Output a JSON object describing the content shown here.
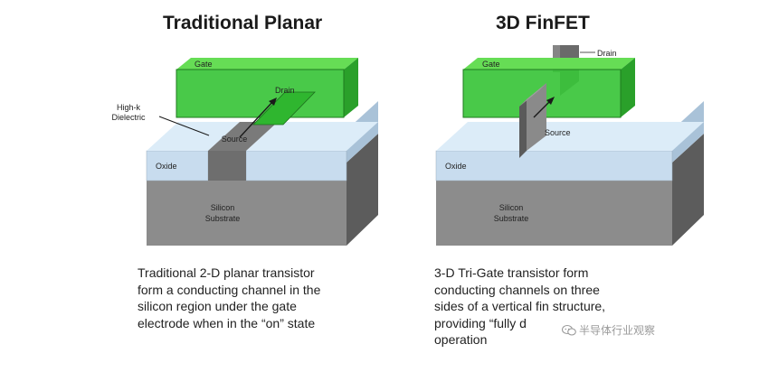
{
  "left": {
    "title": "Traditional Planar",
    "labels": {
      "gate": "Gate",
      "drain": "Drain",
      "source": "Source",
      "dielectric": [
        "High-k",
        "Dielectric"
      ],
      "oxide": "Oxide",
      "substrate": [
        "Silicon",
        "Substrate"
      ]
    },
    "caption": [
      "Traditional 2-D planar transistor",
      "form a conducting channel in the",
      "silicon region under the gate",
      "electrode when in the “on” state"
    ]
  },
  "right": {
    "title": "3D FinFET",
    "labels": {
      "gate": "Gate",
      "drain": "Drain",
      "source": "Source",
      "oxide": "Oxide",
      "substrate": [
        "Silicon",
        "Substrate"
      ]
    },
    "caption": [
      "3-D Tri-Gate transistor form",
      "conducting channels on three",
      "sides of a vertical fin structure,",
      "providing “fully d",
      "operation"
    ]
  },
  "watermark": {
    "text": "半导体行业观察",
    "icon": "wechat-icon"
  },
  "colors": {
    "gate": "#33cc33",
    "oxide_top": "#dcecf8",
    "oxide_front": "#c8dcee",
    "substrate_front": "#8c8c8c",
    "substrate_side": "#5c5c5c",
    "channel": "#7a7a7a"
  }
}
